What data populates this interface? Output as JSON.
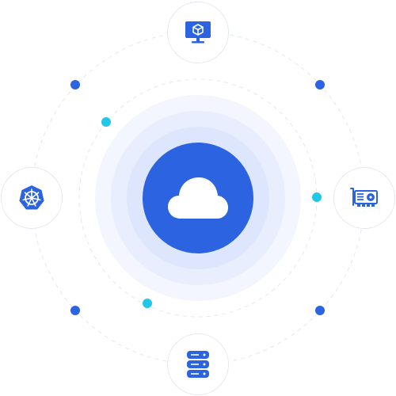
{
  "colors": {
    "primary": "#2b63e0",
    "accent_cyan": "#22c7e8",
    "halo_outer": "#f3f6fe",
    "halo_mid": "#e8eefd",
    "halo_inner": "#dde6fc",
    "ring": "#e4e8ef",
    "node_border": "#e3e8f0"
  },
  "center": {
    "icon": "cloud-icon"
  },
  "nodes": [
    {
      "position": "top",
      "icon": "monitor-cube-icon"
    },
    {
      "position": "left",
      "icon": "kubernetes-icon"
    },
    {
      "position": "right",
      "icon": "gpu-card-icon"
    },
    {
      "position": "bottom",
      "icon": "database-icon"
    }
  ],
  "connector_dots": [
    {
      "color": "blue"
    },
    {
      "color": "blue"
    },
    {
      "color": "blue"
    },
    {
      "color": "blue"
    },
    {
      "color": "cyan"
    },
    {
      "color": "cyan"
    },
    {
      "color": "cyan"
    }
  ]
}
